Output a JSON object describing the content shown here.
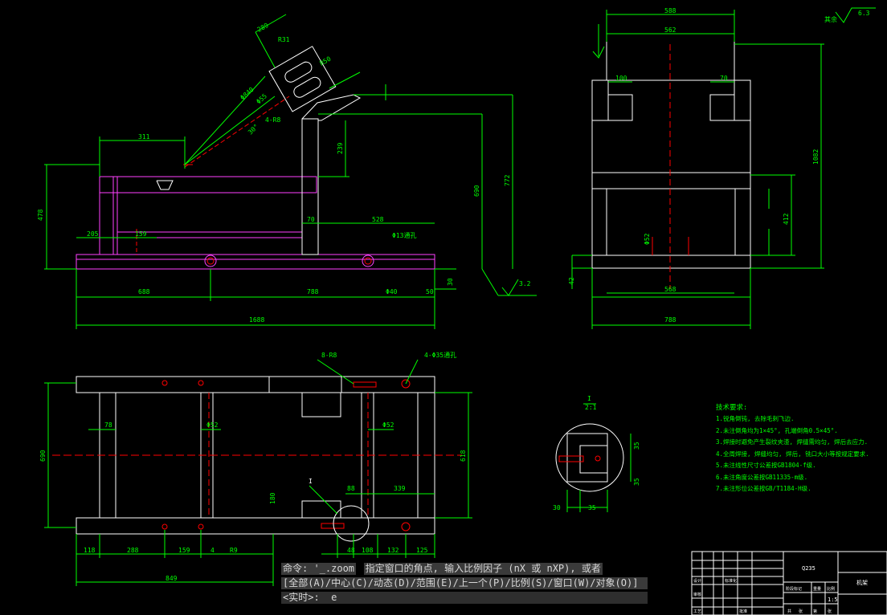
{
  "command_window": {
    "line1": "命令: '_.zoom",
    "line2": "指定窗口的角点, 输入比例因子 (nX 或 nXP), 或者",
    "line3": "[全部(A)/中心(C)/动态(D)/范围(E)/上一个(P)/比例(S)/窗口(W)/对象(O)]",
    "line4": "<实时>:  e"
  },
  "drawing": {
    "front_view_dims": [
      "289",
      "R31",
      "R50",
      "Φ840",
      "Φ55",
      "4-R8",
      "30°",
      "311",
      "478",
      "205",
      "159",
      "70",
      "528",
      "Φ13通孔",
      "690",
      "772",
      "239",
      "688",
      "788",
      "1688",
      "Φ40",
      "50",
      "30",
      "3.2"
    ],
    "side_view_dims": [
      "588",
      "562",
      "100",
      "70",
      "1082",
      "412",
      "Φ52",
      "568",
      "788",
      "42",
      "6.3"
    ],
    "top_view_dims": [
      "8-R8",
      "4-Φ35通孔",
      "78",
      "Φ52",
      "Φ52",
      "690",
      "618",
      "88",
      "339",
      "118",
      "288",
      "159",
      "4",
      "R9",
      "849",
      "180",
      "48",
      "108",
      "132",
      "125"
    ],
    "detail_dims": [
      "I",
      "2:1",
      "35",
      "35",
      "30",
      "35"
    ],
    "roughness_note": "其余",
    "detail_label": "I",
    "tech_title": "技术要求:",
    "tech_requirements": [
      "1.锐角倒钝, 去除毛刺飞边.",
      "2.未注倒角均为1×45°, 孔端倒角0.5×45°.",
      "3.焊接时避免产生裂纹夹渣, 焊缝需均匀, 焊后去应力.",
      "4.全周焊接, 焊缝均匀, 焊后, 铣口大小等按规定要求.",
      "5.未注线性尺寸公差按GB1804-f级.",
      "6.未注角度公差按GB11335-m级.",
      "7.未注形位公差按GB/T1184-H级."
    ],
    "title_block": {
      "part_name": "机架",
      "material": "Q235",
      "scale": "1:5",
      "labels": [
        "设计",
        "审核",
        "工艺",
        "标准化",
        "批准",
        "阶段标记",
        "重量",
        "比例",
        "共",
        "张",
        "第",
        "张"
      ]
    }
  }
}
